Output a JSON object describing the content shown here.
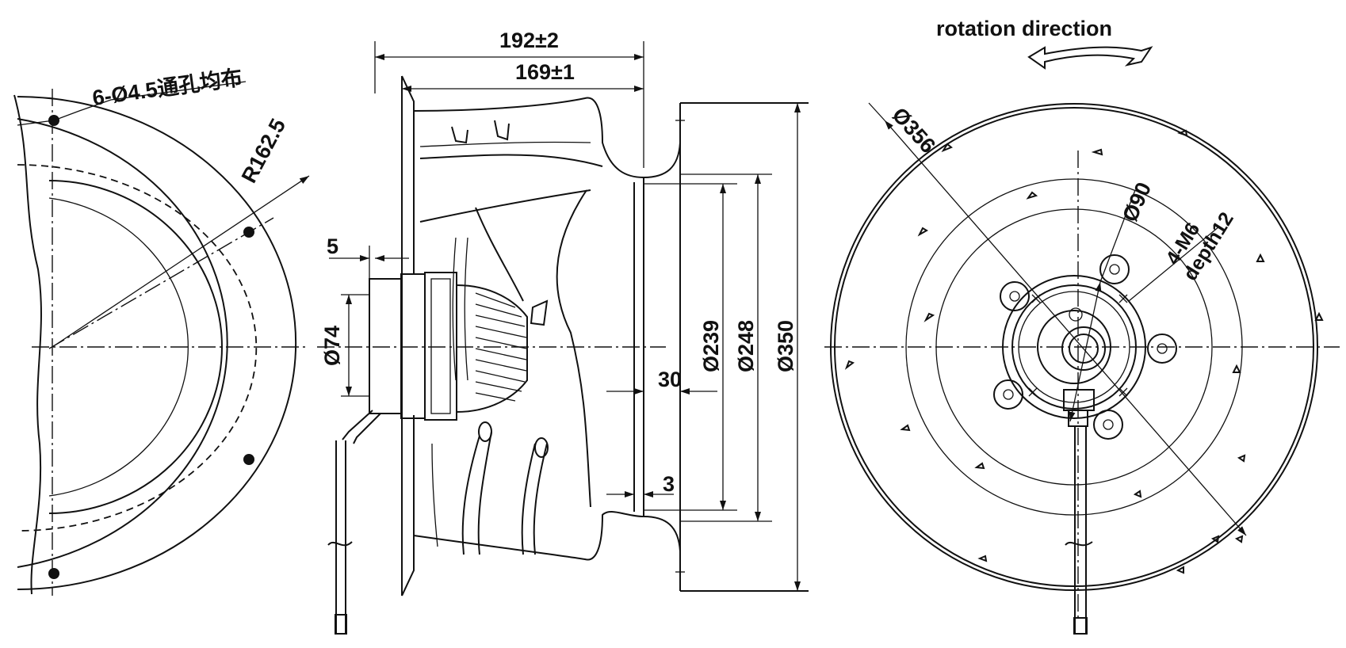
{
  "left_view": {
    "hole_note": "6-Ø4.5通孔均布",
    "radius_label": "R162.5"
  },
  "side_view": {
    "overall_length": "192±2",
    "impeller_length": "169±1",
    "flange_thickness": "5",
    "motor_diameter": "Ø74",
    "inlet_depth": "30",
    "lip": "3",
    "inlet_inner_diameter": "Ø239",
    "inlet_diameter": "Ø248",
    "ring_diameter": "Ø350"
  },
  "front_view": {
    "rotation_label": "rotation direction",
    "outer_diameter": "Ø356",
    "hub_diameter": "Ø90",
    "thread_note_1": "4-M6",
    "thread_note_2": "depth12"
  }
}
